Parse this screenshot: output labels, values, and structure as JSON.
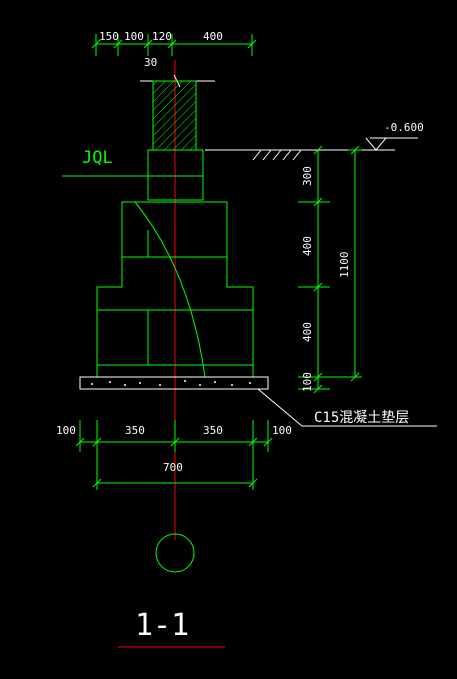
{
  "colors": {
    "background": "#000000",
    "outline": "#00ff00",
    "dimension": "#ffffff",
    "centerline": "#ff0000",
    "hatch": "#00ff00"
  },
  "top_dims": {
    "d1": "150",
    "d2": "100",
    "d3": "120",
    "d4": "400",
    "offset": "30"
  },
  "beam_label": "JQL",
  "elevation_label": "-0.600",
  "right_dims": {
    "d1": "300",
    "d2": "400",
    "d3": "400",
    "d4": "100",
    "total": "1100"
  },
  "cushion_label": "C15混凝土垫层",
  "bottom_dims": {
    "left_ext": "100",
    "left_half": "350",
    "right_half": "350",
    "right_ext": "100",
    "total": "700"
  },
  "section_title": "1-1"
}
